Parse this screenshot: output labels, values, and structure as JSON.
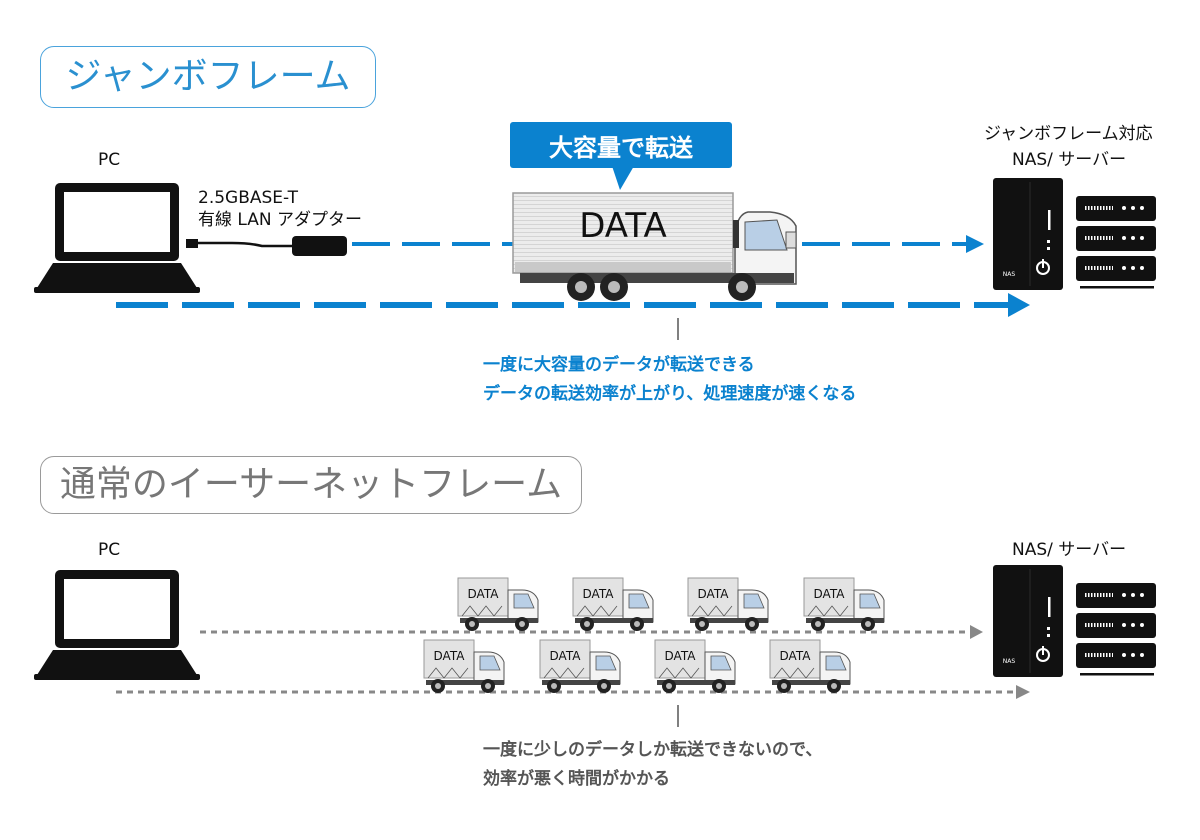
{
  "colors": {
    "accent": "#0b82cf",
    "gray": "#888888",
    "title_gray": "#777777"
  },
  "jumbo": {
    "title": "ジャンボフレーム",
    "callout": "大容量で転送",
    "pc_label": "PC",
    "adapter_line1": "2.5GBASE-T",
    "adapter_line2": "有線 LAN アダプター",
    "truck_label": "DATA",
    "nas_line1": "ジャンボフレーム対応",
    "nas_line2": "NAS/ サーバー",
    "nas_badge": "NAS",
    "desc_line1": "一度に大容量のデータが転送できる",
    "desc_line2": "データの転送効率が上がり、処理速度が速くなる"
  },
  "normal": {
    "title": "通常のイーサーネットフレーム",
    "pc_label": "PC",
    "nas_label": "NAS/ サーバー",
    "nas_badge": "NAS",
    "truck_labels": [
      "DATA",
      "DATA",
      "DATA",
      "DATA",
      "DATA",
      "DATA",
      "DATA",
      "DATA"
    ],
    "desc_line1": "一度に少しのデータしか転送できないので、",
    "desc_line2": "効率が悪く時間がかかる"
  },
  "icons": [
    "laptop-icon",
    "usb-adapter-icon",
    "truck-icon",
    "nas-icon",
    "server-rack-icon",
    "power-icon",
    "arrow-right-icon"
  ]
}
